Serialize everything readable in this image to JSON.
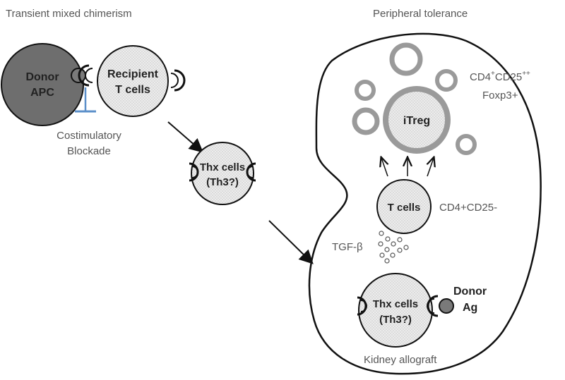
{
  "titles": {
    "left": "Transient mixed chimerism",
    "right": "Peripheral tolerance"
  },
  "donor_apc": {
    "line1": "Donor",
    "line2": "APC"
  },
  "recipient": {
    "line1": "Recipient",
    "line2": "T cells"
  },
  "costim": {
    "line1": "Costimulatory",
    "line2": "Blockade"
  },
  "thx_mid": {
    "line1": "Thx cells",
    "line2": "(Th3?)"
  },
  "itreg": {
    "label": "iTreg"
  },
  "itreg_markers": {
    "line1_base": "CD4",
    "line1_sup1": "+",
    "line1_mid": "CD25",
    "line1_sup2": "++",
    "line2": "Foxp3+"
  },
  "tcells": {
    "label": "T cells",
    "marker": "CD4+CD25-"
  },
  "tgf": {
    "label": "TGF-β"
  },
  "thx_kidney": {
    "line1": "Thx cells",
    "line2": "(Th3?)"
  },
  "donor_ag": {
    "line1": "Donor",
    "line2": "Ag"
  },
  "kidney": {
    "label": "Kidney allograft"
  },
  "colors": {
    "donor_apc_fill": "#6e6e6e",
    "cell_fill": "#e8e8e8",
    "ring": "#9a9a9a",
    "blockade": "#5b8fc9",
    "outline": "#111111"
  }
}
